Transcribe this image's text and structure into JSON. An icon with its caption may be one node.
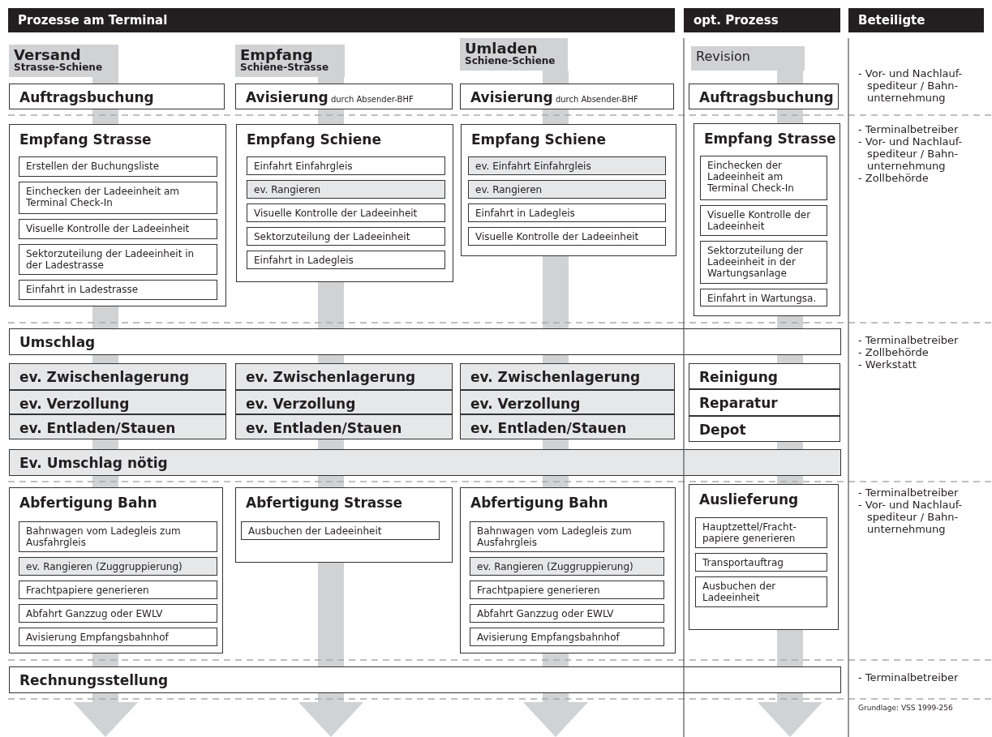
{
  "diagram": {
    "nodes": [
      {
        "text": [
          "Prozesse am Terminal"
        ]
      },
      {
        "text": [
          "opt. Prozess"
        ]
      },
      {
        "text": [
          "Beteiligte"
        ]
      },
      {
        "text": [
          "Versand",
          "Strasse-Schiene"
        ]
      },
      {
        "text": [
          "Empfang",
          "Schiene-Strasse"
        ]
      },
      {
        "text": [
          "Umladen",
          "Schiene-Schiene"
        ]
      },
      {
        "text": [
          "Revision"
        ]
      },
      {
        "text": [
          "Auftragsbuchung"
        ]
      },
      {
        "text": [
          "Avisierung",
          "durch Absender-BHF"
        ]
      },
      {
        "text": [
          "Avisierung",
          "durch Absender-BHF"
        ]
      },
      {
        "text": [
          "Auftragsbuchung"
        ]
      },
      {
        "text": [
          "Empfang Strasse"
        ]
      },
      {
        "text": [
          "Erstellen der Buchungsliste"
        ],
        "in": 11
      },
      {
        "text": [
          "Einchecken der Ladeeinheit am Terminal Check-In"
        ],
        "in": 11
      },
      {
        "text": [
          "Visuelle Kontrolle der Ladeeinheit"
        ],
        "in": 11
      },
      {
        "text": [
          "Sektorzuteilung der Ladeeinheit in der Ladestrasse"
        ],
        "in": 11
      },
      {
        "text": [
          "Einfahrt in Ladestrasse"
        ],
        "in": 11
      },
      {
        "text": [
          "Empfang Schiene"
        ]
      },
      {
        "text": [
          "Einfahrt Einfahrgleis"
        ],
        "in": 17
      },
      {
        "text": [
          "ev. Rangieren"
        ],
        "in": 17
      },
      {
        "text": [
          "Visuelle Kontrolle der Ladeeinheit"
        ],
        "in": 17
      },
      {
        "text": [
          "Sektorzuteilung der Ladeeinheit"
        ],
        "in": 17
      },
      {
        "text": [
          "Einfahrt in Ladegleis"
        ],
        "in": 17
      },
      {
        "text": [
          "Empfang Schiene"
        ]
      },
      {
        "text": [
          "ev. Einfahrt Einfahrgleis"
        ],
        "in": 23
      },
      {
        "text": [
          "ev. Rangieren"
        ],
        "in": 23
      },
      {
        "text": [
          "Einfahrt in Ladegleis"
        ],
        "in": 23
      },
      {
        "text": [
          "Visuelle Kontrolle der Ladeeinheit"
        ],
        "in": 23
      },
      {
        "text": [
          "Empfang Strasse"
        ]
      },
      {
        "text": [
          "Einchecken der Ladeeinheit am Terminal Check-In"
        ],
        "in": 28
      },
      {
        "text": [
          "Visuelle Kontrolle der Ladeeinheit"
        ],
        "in": 28
      },
      {
        "text": [
          "Sektorzuteilung der Ladeeinheit in der Wartungsanlage"
        ],
        "in": 28
      },
      {
        "text": [
          "Einfahrt in Wartungsa."
        ],
        "in": 28
      },
      {
        "text": [
          "Umschlag"
        ]
      },
      {
        "text": [
          "ev. Zwischenlagerung"
        ]
      },
      {
        "text": [
          "ev. Verzollung"
        ]
      },
      {
        "text": [
          "ev. Entladen/Stauen"
        ]
      },
      {
        "text": [
          "ev. Zwischenlagerung"
        ]
      },
      {
        "text": [
          "ev. Verzollung"
        ]
      },
      {
        "text": [
          "ev. Entladen/Stauen"
        ]
      },
      {
        "text": [
          "ev. Zwischenlagerung"
        ]
      },
      {
        "text": [
          "ev. Verzollung"
        ]
      },
      {
        "text": [
          "ev. Entladen/Stauen"
        ]
      },
      {
        "text": [
          "Reinigung"
        ]
      },
      {
        "text": [
          "Reparatur"
        ]
      },
      {
        "text": [
          "Depot"
        ]
      },
      {
        "text": [
          "Ev. Umschlag nötig"
        ]
      },
      {
        "text": [
          "Abfertigung Bahn"
        ]
      },
      {
        "text": [
          "Bahnwagen vom Ladegleis zum Ausfahrgleis"
        ],
        "in": 47
      },
      {
        "text": [
          "ev. Rangieren (Zuggruppierung)"
        ],
        "in": 47
      },
      {
        "text": [
          "Frachtpapiere generieren"
        ],
        "in": 47
      },
      {
        "text": [
          "Abfahrt Ganzzug oder EWLV"
        ],
        "in": 47
      },
      {
        "text": [
          "Avisierung Empfangsbahnhof"
        ],
        "in": 47
      },
      {
        "text": [
          "Abfertigung Strasse"
        ]
      },
      {
        "text": [
          "Ausbuchen der Ladeeinheit"
        ],
        "in": 53
      },
      {
        "text": [
          "Abfertigung Bahn"
        ]
      },
      {
        "text": [
          "Bahnwagen vom Ladegleis zum Ausfahrgleis"
        ],
        "in": 55
      },
      {
        "text": [
          "ev. Rangieren (Zuggruppierung)"
        ],
        "in": 55
      },
      {
        "text": [
          "Frachtpapiere generieren"
        ],
        "in": 55
      },
      {
        "text": [
          "Abfahrt Ganzzug oder EWLV"
        ],
        "in": 55
      },
      {
        "text": [
          "Avisierung Empfangsbahnhof"
        ],
        "in": 55
      },
      {
        "text": [
          "Auslieferung"
        ]
      },
      {
        "text": [
          "Hauptzettel/Fracht- papiere generieren"
        ],
        "in": 61
      },
      {
        "text": [
          "Transportauftrag"
        ],
        "in": 61
      },
      {
        "text": [
          "Ausbuchen der Ladeeinheit"
        ],
        "in": 61
      },
      {
        "text": [
          "Rechnungsstellung"
        ]
      }
    ],
    "labels": [
      "- Vor- und Nachlauf- spediteur / Bahn- unternehmung",
      "- Terminalbetreiber",
      "- Vor- und Nachlauf- spediteur / Bahn- unternehmung",
      "- Zollbehörde",
      "- Terminalbetreiber",
      "- Zollbehörde",
      "- Werkstatt",
      "- Terminalbetreiber",
      "- Vor- und Nachlauf- spediteur / Bahn- unternehmung",
      "- Terminalbetreiber",
      "Grundlage: VSS 1999-256"
    ]
  }
}
